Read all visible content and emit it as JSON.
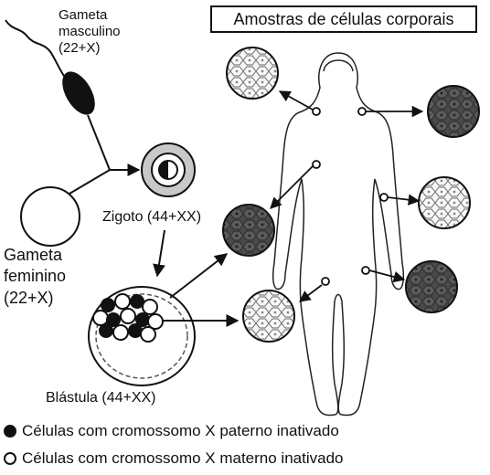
{
  "title": "Amostras de células corporais",
  "male_gamete": {
    "line1": "Gameta",
    "line2": "masculino",
    "line3": "(22+X)"
  },
  "female_gamete": {
    "line1": "Gameta",
    "line2": "feminino",
    "line3": "(22+X)"
  },
  "zygote": "Zigoto (44+XX)",
  "blastula": "Blástula (44+XX)",
  "legend": [
    {
      "marker": "filled-circle",
      "text": "Células com cromossomo X paterno inativado"
    },
    {
      "marker": "open-circle",
      "text": "Células com cromossomo X materno inativado"
    }
  ],
  "colors": {
    "ink": "#111111",
    "paternal_sample": "#555555",
    "maternal_sample": "#f4f4f4",
    "zygote_ring": "#c8c8c8"
  }
}
